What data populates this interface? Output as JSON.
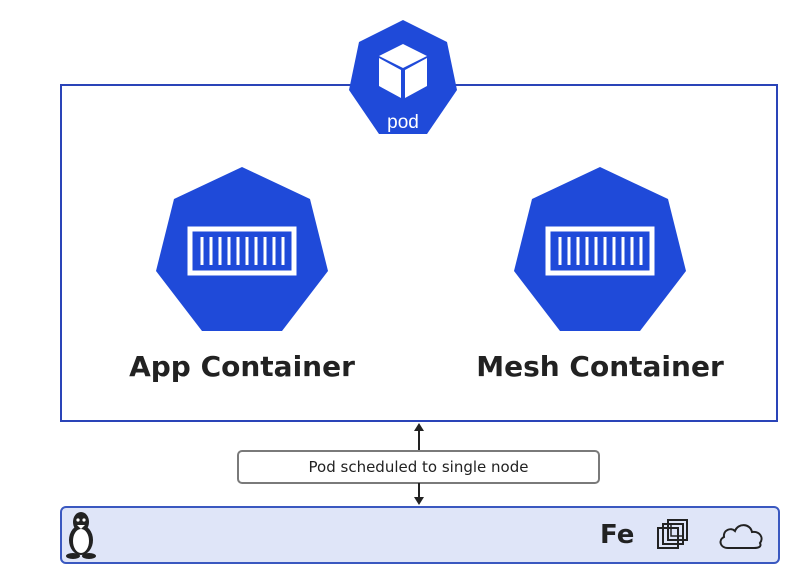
{
  "pod": {
    "label": "pod",
    "icon": "cube-icon"
  },
  "containers": {
    "app": {
      "label": "App Container",
      "icon": "container-icon"
    },
    "mesh": {
      "label": "Mesh Container",
      "icon": "container-icon"
    }
  },
  "schedule": {
    "label": "Pod scheduled to single node"
  },
  "node": {
    "icons": [
      "linux-icon",
      "fe-icon",
      "vm-icon",
      "cloud-icon"
    ],
    "fe_label": "Fe"
  },
  "colors": {
    "accent_blue": "#1f4ad9",
    "border_blue": "#2a44b8",
    "node_fill": "#dfe5f8",
    "text": "#222222"
  }
}
